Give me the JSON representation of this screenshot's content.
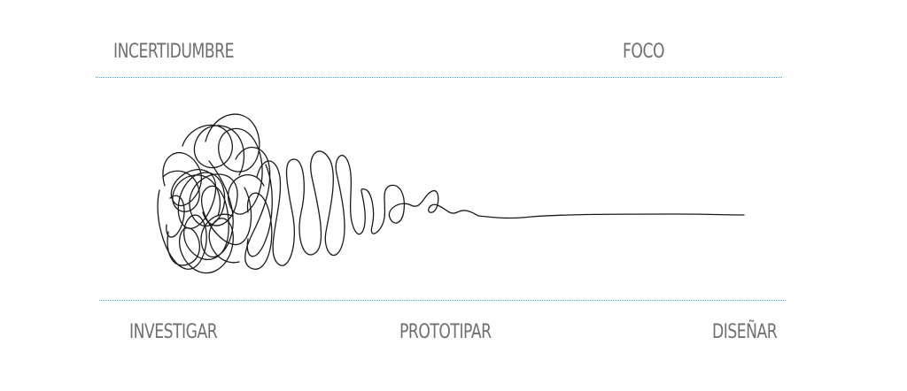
{
  "diagram": {
    "top_left_label": "INCERTIDUMBRE",
    "top_right_label": "FOCO",
    "bottom_left_label": "INVESTIGAR",
    "bottom_center_label": "PROTOTIPAR",
    "bottom_right_label": "DISEÑAR"
  },
  "colors": {
    "label_text": "#6f6f6f",
    "divider": "#4aa3d6",
    "scribble_stroke": "#1a1a1a"
  }
}
